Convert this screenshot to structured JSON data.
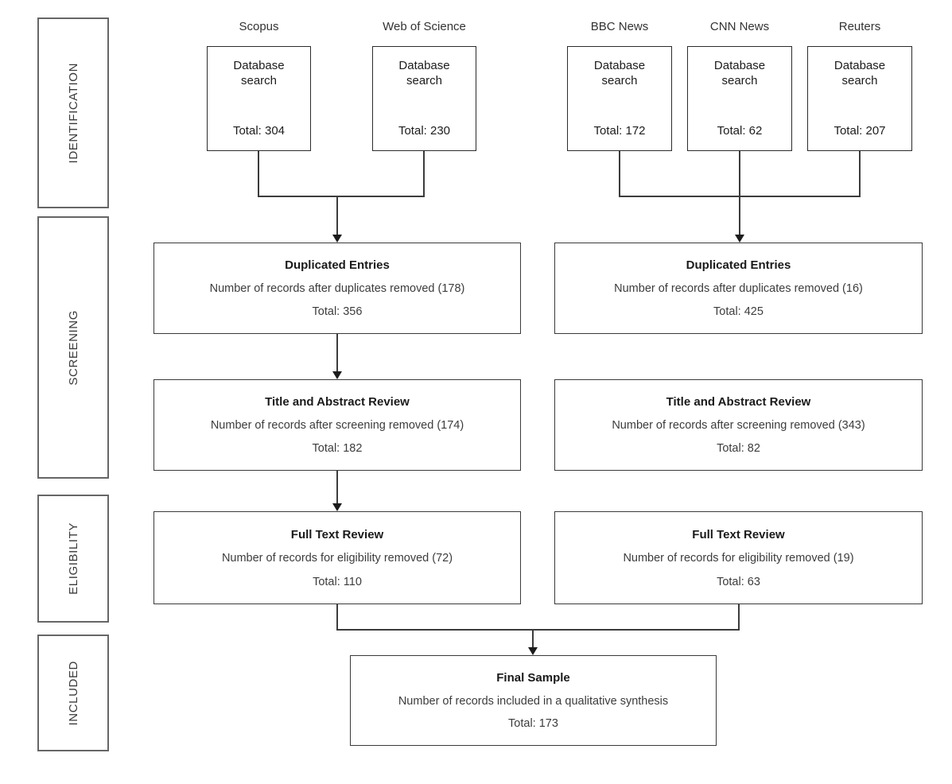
{
  "diagram": {
    "type": "prisma-flow-diagram",
    "stages": [
      {
        "id": "identification",
        "label": "IDENTIFICATION"
      },
      {
        "id": "screening",
        "label": "SCREENING"
      },
      {
        "id": "eligibility",
        "label": "ELIGIBILITY"
      },
      {
        "id": "included",
        "label": "INCLUDED"
      }
    ],
    "sources": [
      {
        "id": "scopus",
        "title": "Scopus",
        "line1": "Database",
        "line2": "search",
        "total": "Total: 304",
        "count": 304,
        "group": "academic"
      },
      {
        "id": "web-of-science",
        "title": "Web of Science",
        "line1": "Database",
        "line2": "search",
        "total": "Total: 230",
        "count": 230,
        "group": "academic"
      },
      {
        "id": "bbc-news",
        "title": "BBC News",
        "line1": "Database",
        "line2": "search",
        "total": "Total: 172",
        "count": 172,
        "group": "news"
      },
      {
        "id": "cnn-news",
        "title": "CNN News",
        "line1": "Database",
        "line2": "search",
        "total": "Total: 62",
        "count": 62,
        "group": "news"
      },
      {
        "id": "reuters",
        "title": "Reuters",
        "line1": "Database",
        "line2": "search",
        "total": "Total: 207",
        "count": 207,
        "group": "news"
      }
    ],
    "left_column": [
      {
        "id": "left-duplicated-entries",
        "title": "Duplicated Entries",
        "description": "Number of records after duplicates removed (178)",
        "removed": 178,
        "total": "Total: 356",
        "count": 356
      },
      {
        "id": "left-title-abstract-review",
        "title": "Title and Abstract Review",
        "description": "Number of records after screening removed (174)",
        "removed": 174,
        "total": "Total: 182",
        "count": 182
      },
      {
        "id": "left-full-text-review",
        "title": "Full Text Review",
        "description": "Number of records for eligibility removed (72)",
        "removed": 72,
        "total": "Total: 110",
        "count": 110
      }
    ],
    "right_column": [
      {
        "id": "right-duplicated-entries",
        "title": "Duplicated Entries",
        "description": "Number of records after duplicates removed (16)",
        "removed": 16,
        "total": "Total: 425",
        "count": 425
      },
      {
        "id": "right-title-abstract-review",
        "title": "Title and Abstract Review",
        "description": "Number of records after screening removed (343)",
        "removed": 343,
        "total": "Total: 82",
        "count": 82
      },
      {
        "id": "right-full-text-review",
        "title": "Full Text Review",
        "description": "Number of records for eligibility removed (19)",
        "removed": 19,
        "total": "Total: 63",
        "count": 63
      }
    ],
    "final": {
      "id": "final-sample",
      "title": "Final Sample",
      "description": "Number of records included in a qualitative synthesis",
      "total": "Total: 173",
      "count": 173
    },
    "colors": {
      "box_border": "#3a3a3a",
      "stage_border": "#666666",
      "connector": "#3c3c3c",
      "background": "#ffffff",
      "text": "#1a1a1a"
    }
  }
}
